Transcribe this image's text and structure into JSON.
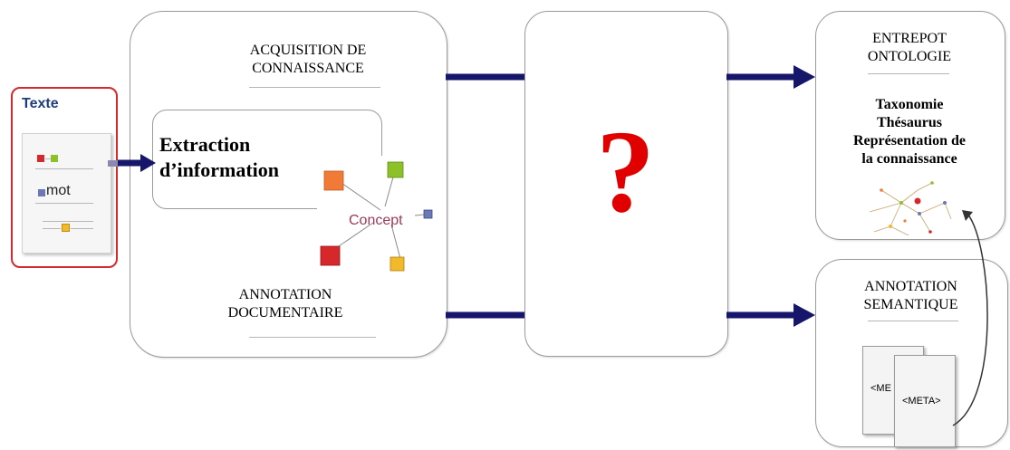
{
  "texte_box": {
    "title": "Texte",
    "word": "mot"
  },
  "center_block": {
    "acquisition_line1": "ACQUISITION  DE",
    "acquisition_line2": "CONNAISSANCE",
    "extraction_line1": "Extraction",
    "extraction_line2": "d’information",
    "concept": "Concept",
    "annotation_line1": "ANNOTATION",
    "annotation_line2": "DOCUMENTAIRE"
  },
  "question_block": {
    "symbol": "?"
  },
  "entrepot": {
    "line1": "ENTREPOT",
    "line2": "ONTOLOGIE",
    "items": [
      "Taxonomie",
      "Thésaurus",
      "Représentation de",
      "la connaissance"
    ]
  },
  "annotation_semantique": {
    "line1": "ANNOTATION",
    "line2": "SEMANTIQUE",
    "meta_back": "<ME",
    "meta_front": "<META>"
  },
  "colors": {
    "arrow": "#16166a",
    "texte_border": "#d42a2a",
    "texte_title": "#1f3d7a",
    "question": "#e00000",
    "concept_text": "#9b3a5a",
    "square_red": "#d6282a",
    "square_orange": "#f07a36",
    "square_green": "#8cc12a",
    "square_yellow": "#f2b92a",
    "square_blue": "#6a78b8"
  }
}
